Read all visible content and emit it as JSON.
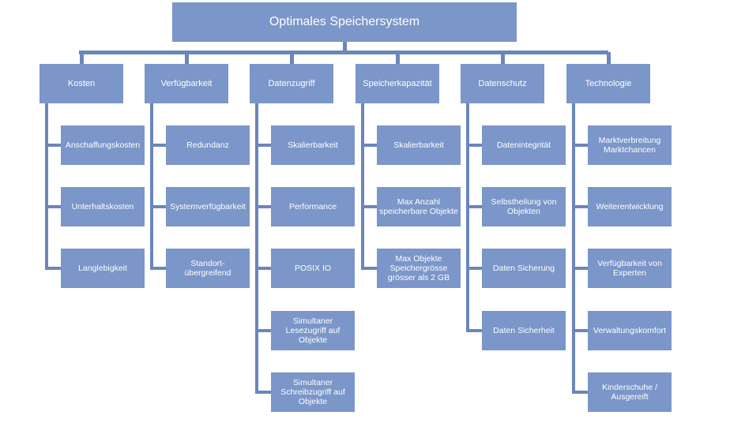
{
  "diagram": {
    "root": "Optimales Speichersystem",
    "categories": [
      {
        "label": "Kosten",
        "items": [
          "Anschaffungskosten",
          "Unterhaltskosten",
          "Langlebigkeit"
        ]
      },
      {
        "label": "Verfügbarkeit",
        "items": [
          "Redundanz",
          "Systemverfügbarkeit",
          "Standort-übergreifend"
        ]
      },
      {
        "label": "Datenzugriff",
        "items": [
          "Skalierbarkeit",
          "Performance",
          "POSIX IO",
          "Simultaner Lesezugriff auf Objekte",
          "Simultaner Schreibzugriff auf Objekte"
        ]
      },
      {
        "label": "Speicherkapazität",
        "items": [
          "Skalierbarkeit",
          "Max Anzahl speicherbare Objekte",
          "Max Objekte Speichergrösse grösser als 2 GB"
        ]
      },
      {
        "label": "Datenschutz",
        "items": [
          "Datenintegrität",
          "Selbstheilung von Objekten",
          "Daten Sicherung",
          "Daten Sicherheit"
        ]
      },
      {
        "label": "Technologie",
        "items": [
          "Marktverbreitung Marktchancen",
          "Weiterentwicklung",
          "Verfügbarkeit von Experten",
          "Verwaltungskomfort",
          "Kinderschuhe / Ausgereift"
        ]
      }
    ]
  },
  "colors": {
    "box": "#7b96c8",
    "line": "#6b86bd",
    "text": "#ffffff"
  }
}
